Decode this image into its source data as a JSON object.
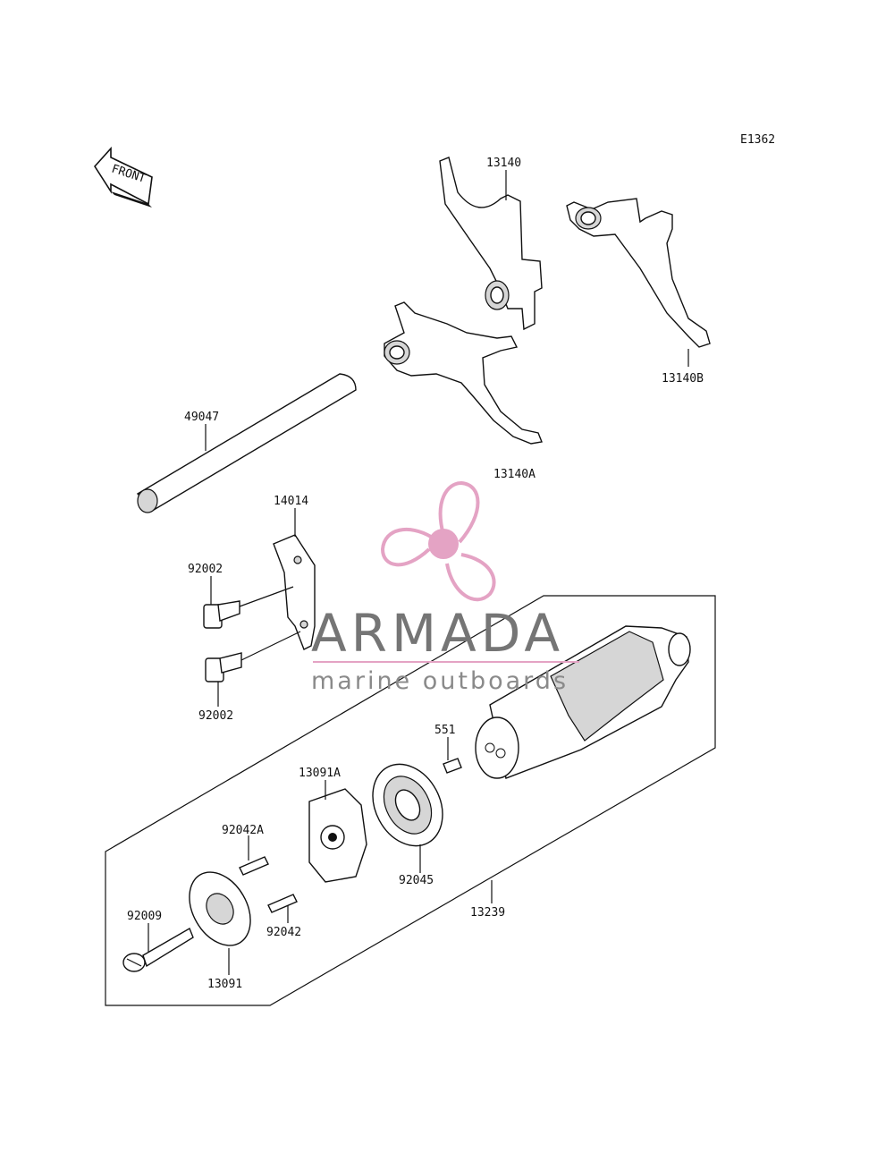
{
  "figure_code": "E1362",
  "front_label": "FRONT",
  "watermark": {
    "name": "ARMADA",
    "tagline": "marine outboards",
    "color": "#e4a3c4"
  },
  "parts": {
    "p13140": "13140",
    "p13140B": "13140B",
    "p13140A": "13140A",
    "p49047": "49047",
    "p14014": "14014",
    "p92002_top": "92002",
    "p92002_bottom": "92002",
    "p551": "551",
    "p13091A": "13091A",
    "p92042A": "92042A",
    "p92045": "92045",
    "p13239": "13239",
    "p92009": "92009",
    "p92042": "92042",
    "p13091": "13091"
  }
}
